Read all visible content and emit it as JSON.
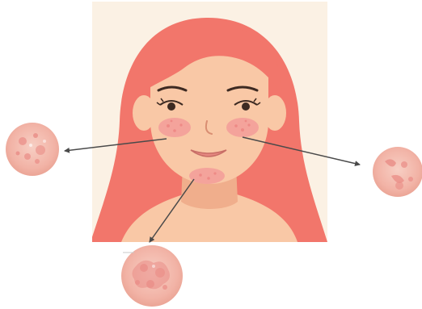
{
  "figure": {
    "subject": "woman-face-illustration",
    "callouts": [
      {
        "id": "left-cheek",
        "target": "left-cheek-rash",
        "zoom": "left-zoom-circle"
      },
      {
        "id": "right-cheek",
        "target": "right-cheek-rash",
        "zoom": "right-zoom-circle"
      },
      {
        "id": "chin",
        "target": "chin-rash",
        "zoom": "bottom-zoom-circle"
      }
    ]
  },
  "colors": {
    "background_panel": "#FBF1E4",
    "hair": "#F2766B",
    "skin": "#F9C8A6",
    "neck_shadow": "#F0AE8C",
    "cheek_blush": "#F4A39B",
    "rash_spot": "#EE8A86",
    "lips": "#E58880",
    "eyes": "#3D2A22",
    "arrow": "#4A4A4A",
    "zoom_fill": "#F2B3A6",
    "zoom_lesion": "#E98C86"
  }
}
